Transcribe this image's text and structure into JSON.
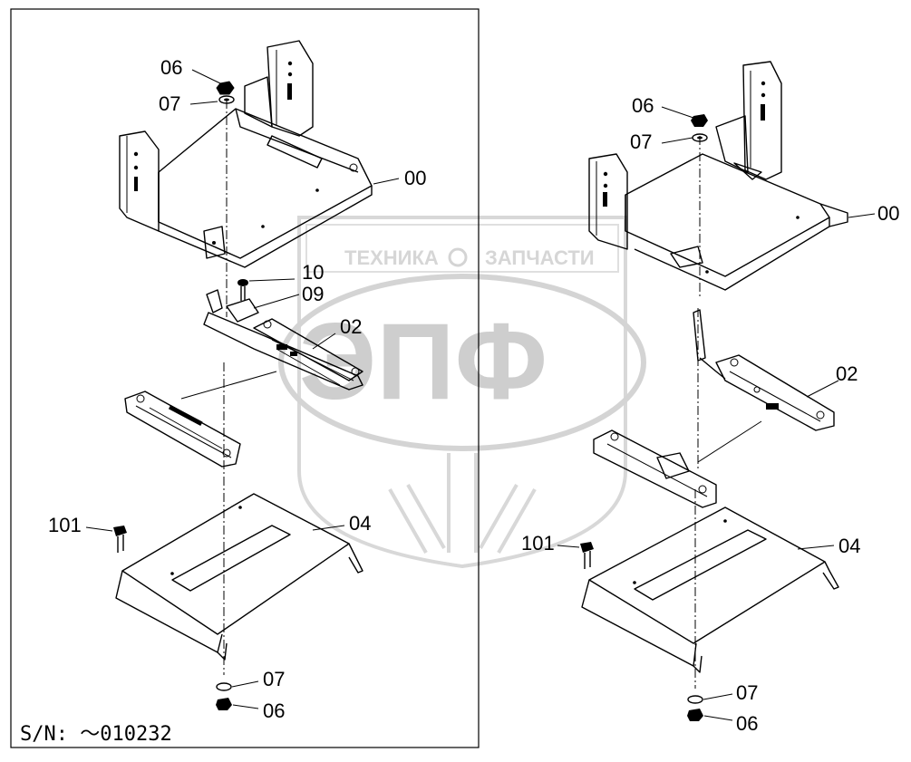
{
  "serial_note": "S/N: ～010232",
  "watermark": {
    "brand_left": "ТЕХНИКА",
    "brand_right": "ЗАПЧАСТИ",
    "logo_letters": "ЭПФ"
  },
  "left_view": {
    "labels": [
      "06",
      "07",
      "00",
      "10",
      "09",
      "02",
      "101",
      "04",
      "07",
      "06"
    ]
  },
  "right_view": {
    "labels": [
      "06",
      "07",
      "00",
      "02",
      "101",
      "04",
      "07",
      "06"
    ]
  },
  "colors": {
    "line": "#000000",
    "watermark": "#d0d0d0",
    "background": "#ffffff"
  }
}
